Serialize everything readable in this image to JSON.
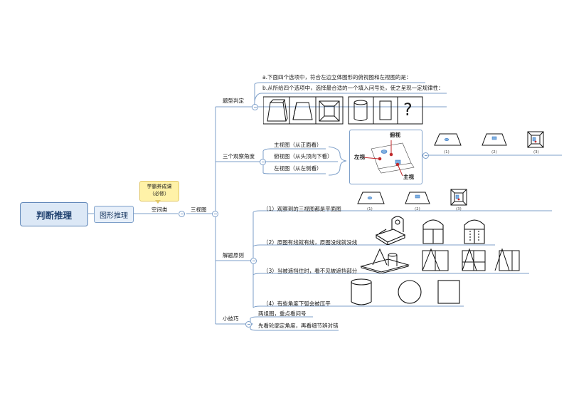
{
  "root": {
    "label": "判断推理"
  },
  "level1": {
    "label": "图形推理"
  },
  "callout": {
    "line1": "学霸养成课",
    "line2": "（必修）"
  },
  "space": {
    "label": "空间类"
  },
  "three_views": {
    "label": "三视图"
  },
  "branches": {
    "question_types": {
      "label": "题型判定",
      "item_a": "a.下面四个选项中，符合左边立体图形的俯视图和左视图的是：",
      "item_b": "b.从所给四个选项中，选择最合适的一个填入问号处，使之呈现一定规律性：",
      "question_mark": "?"
    },
    "three_angles": {
      "label": "三个观察角度",
      "items": [
        "主视图（从正面看）",
        "俯视图（从头顶向下看）",
        "左视图（从左侧看）"
      ],
      "diagram": {
        "top": "俯视",
        "left": "左视",
        "front": "主视"
      },
      "captions": [
        "(1)",
        "(2)",
        "(3)"
      ]
    },
    "principles": {
      "label": "解题原则",
      "items": [
        "（1）观察到的三视图都是平面图",
        "（2）原图有线就有线，原图没线就没线",
        "（3）当被遮挡住时，看不见被遮挡部分",
        "（4）有些角度下弧会被压平"
      ],
      "captions": [
        "(1)",
        "(2)",
        "(3)"
      ]
    },
    "tips": {
      "label": "小技巧",
      "items": [
        "两组图，重点看问号",
        "先看轮廓定角度，再看细节辨对错"
      ]
    }
  },
  "colors": {
    "line": "#7d9fc9",
    "root_fill": "#dce8f6",
    "callout_fill": "#fff2a8",
    "red": "#c0282b",
    "blue": "#2f6fc0"
  }
}
